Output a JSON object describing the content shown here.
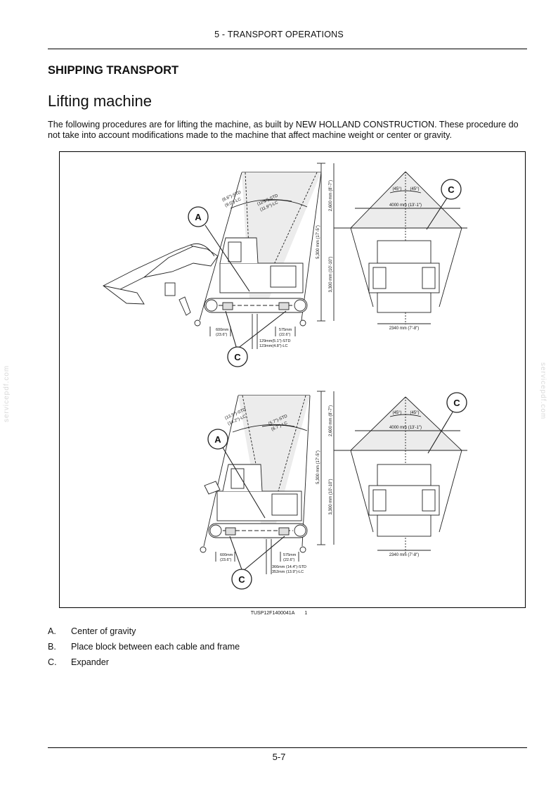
{
  "header": {
    "chapter": "5 - TRANSPORT OPERATIONS"
  },
  "section_title": "SHIPPING TRANSPORT",
  "sub_title": "Lifting machine",
  "intro": "The following procedures are for lifting the machine, as built by NEW HOLLAND CONSTRUCTION. These procedure do not take into account modifications made to the machine that affect machine weight or center or gravity.",
  "figure": {
    "caption_code": "TUSP12F1400041A",
    "caption_number": "1",
    "callouts": {
      "a": "A",
      "c": "C"
    },
    "top_side": {
      "angle_left_1": "(6.6°)-STD",
      "angle_left_2": "(9.0°)-LC",
      "angle_right_1": "(11.1°)-STD",
      "angle_right_2": "(11.9°)-LC",
      "height_total": "5,300 mm (17'-5\")",
      "height_upper": "2,600 mm (8'-7\")",
      "height_lower": "3,300 mm (10'-10\")",
      "dim_left_1": "600mm",
      "dim_left_2": "(23.6\")",
      "dim_right_1": "575mm",
      "dim_right_2": "(22.6\")",
      "offset_1": "129mm(5.1\")-STD",
      "offset_2": "123mm(4.8\")-LC"
    },
    "top_rear": {
      "angle_a": "(45°)",
      "angle_b": "(45°)",
      "width_top": "4000 mm (13'-1\")",
      "width_base": "2340 mm (7'-8\")"
    },
    "bottom_side": {
      "angle_left_1": "(13.5°)-STD",
      "angle_left_2": "(14.2°)-LC",
      "angle_right_1": "(5.7°)-STD",
      "angle_right_2": "(6.7°)-LC",
      "height_total": "5,300 mm (17'-5\")",
      "height_upper": "2,600 mm (8'-7\")",
      "height_lower": "3,300 mm (10'-10\")",
      "dim_left_1": "600mm",
      "dim_left_2": "(23.6\")",
      "dim_right_1": "575mm",
      "dim_right_2": "(22.6\")",
      "offset_1": "366mm (14.4\")-STD",
      "offset_2": "352mm (13.9\")-LC"
    },
    "bottom_rear": {
      "angle_a": "(45°)",
      "angle_b": "(45°)",
      "width_top": "4000 mm (13'-1\")",
      "width_base": "2340 mm (7'-8\")"
    }
  },
  "legend": [
    {
      "key": "A.",
      "text": "Center of gravity"
    },
    {
      "key": "B.",
      "text": "Place block between each cable and frame"
    },
    {
      "key": "C.",
      "text": "Expander"
    }
  ],
  "page_number": "5-7",
  "watermark": "servicepdf.com"
}
